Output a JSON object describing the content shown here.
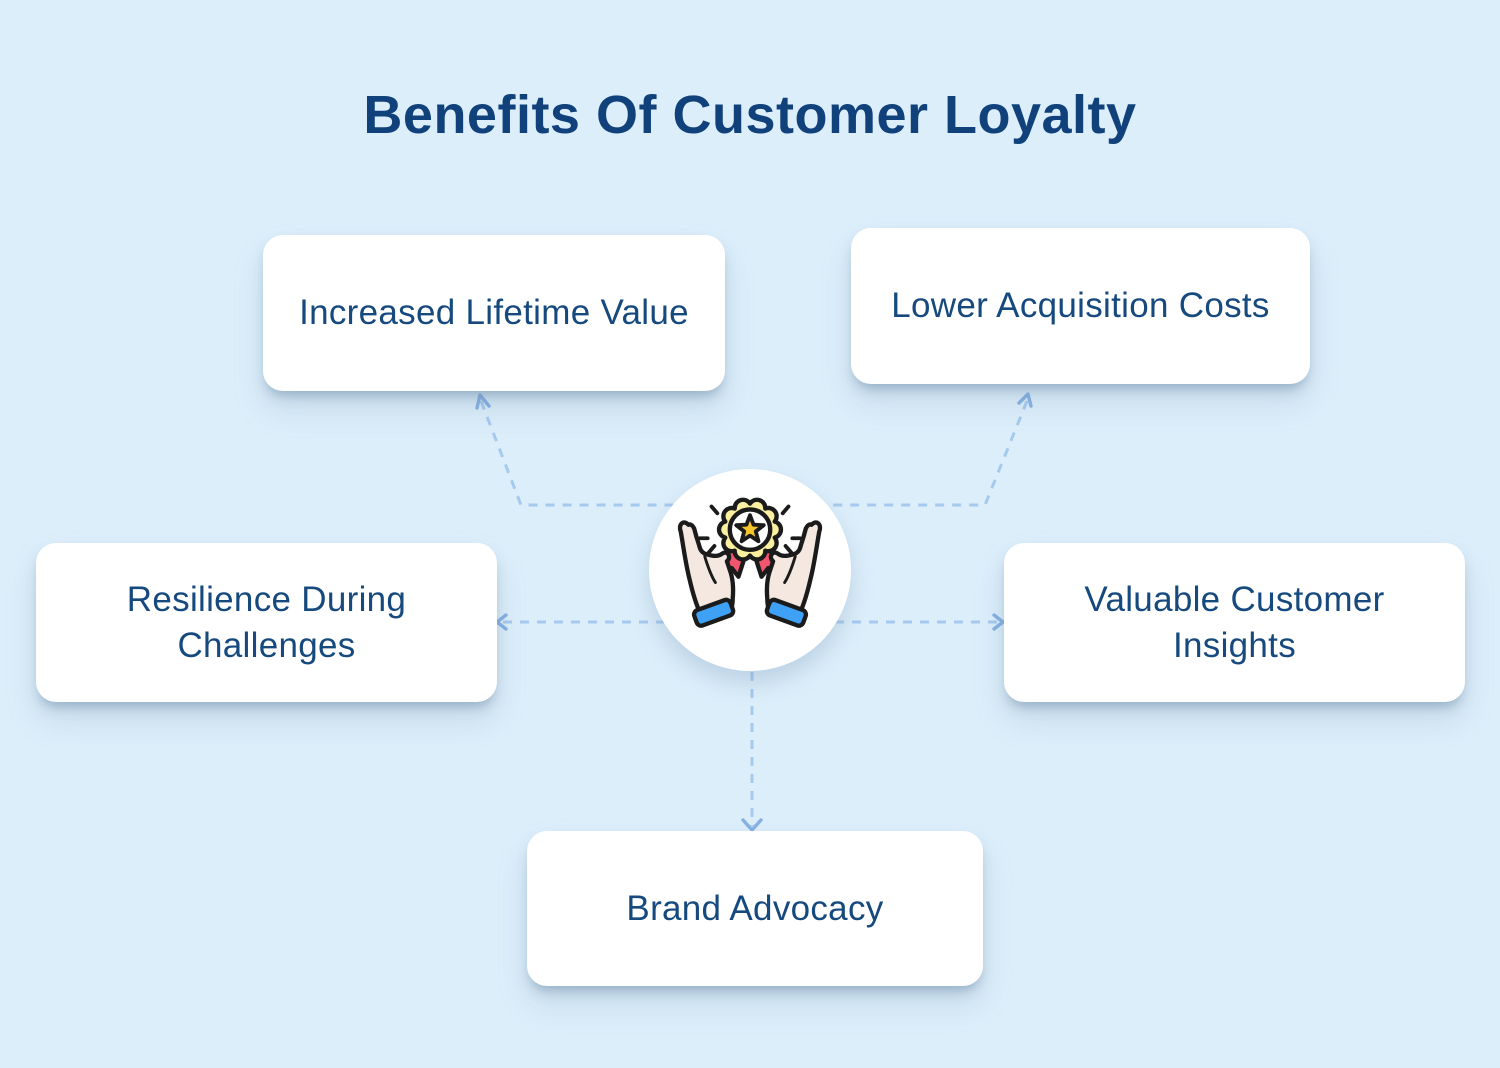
{
  "title": "Benefits Of Customer Loyalty",
  "center": {
    "icon": "hands-holding-award-badge-icon",
    "description": "Two open hands holding up a star rosette award"
  },
  "cards": [
    {
      "id": "increased-lifetime-value",
      "label": "Increased Lifetime Value",
      "position": "top-left"
    },
    {
      "id": "lower-acquisition-costs",
      "label": "Lower Acquisition Costs",
      "position": "top-right"
    },
    {
      "id": "resilience-during-challenges",
      "label": "Resilience During Challenges",
      "position": "middle-left"
    },
    {
      "id": "valuable-customer-insights",
      "label": "Valuable Customer Insights",
      "position": "middle-right"
    },
    {
      "id": "brand-advocacy",
      "label": "Brand Advocacy",
      "position": "bottom-center"
    }
  ],
  "colors": {
    "background": "#dceefa",
    "card_background": "#ffffff",
    "card_text": "#16497e",
    "title_text": "#10417a",
    "connector_dash": "#a6c9f0",
    "connector_arrow": "#86b1e4",
    "badge_yellow": "#faf0a0",
    "star_gold": "#f5c62c",
    "ribbon_red": "#f2556e",
    "hand_skin": "#f4e8e1",
    "cuff_blue": "#3fa1f6",
    "icon_outline": "#1b1b1b"
  }
}
